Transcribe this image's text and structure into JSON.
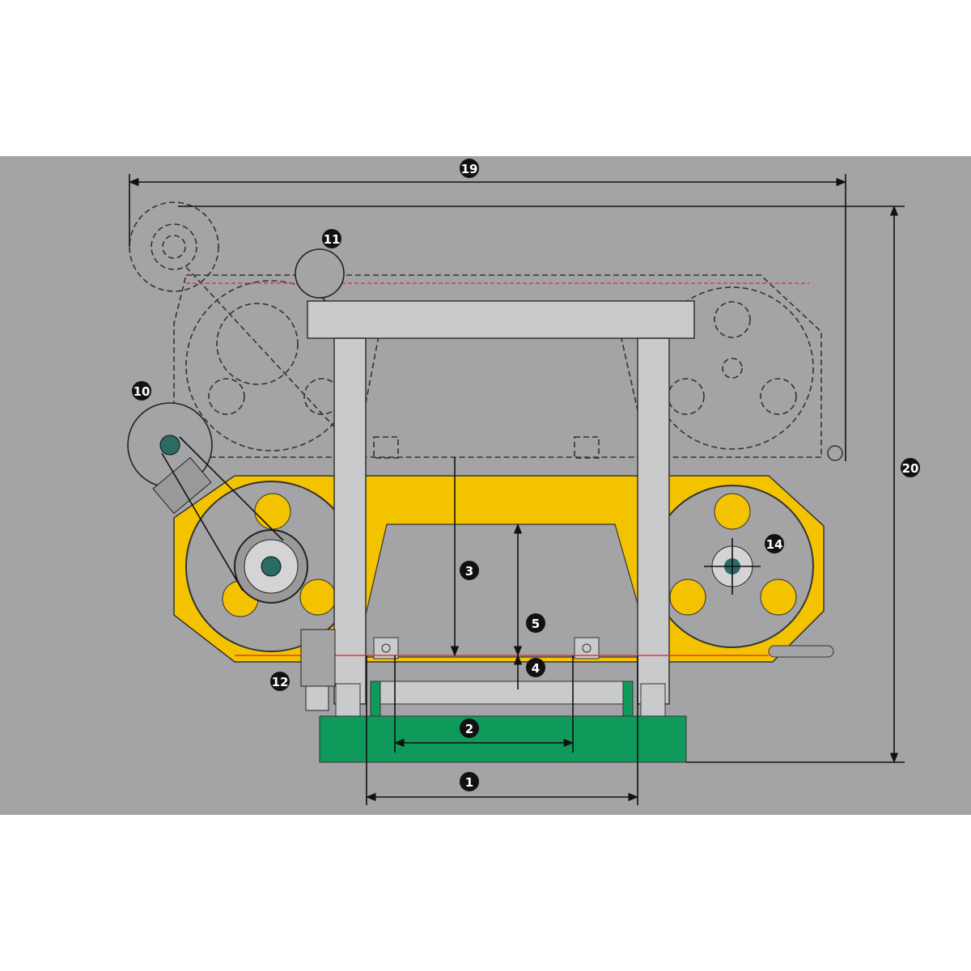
{
  "diagram": {
    "title": "Band saw dimension diagram",
    "colors": {
      "background": "#a4a4a6",
      "body": "#f4c300",
      "base": "#0f9a5b",
      "frame": "#c9cacc",
      "blade_line": "#e2383a"
    },
    "callouts": {
      "c1": "1",
      "c2": "2",
      "c3": "3",
      "c4": "4",
      "c5": "5",
      "c10": "10",
      "c11": "11",
      "c12": "12",
      "c14": "14",
      "c19": "19",
      "c20": "20"
    }
  }
}
